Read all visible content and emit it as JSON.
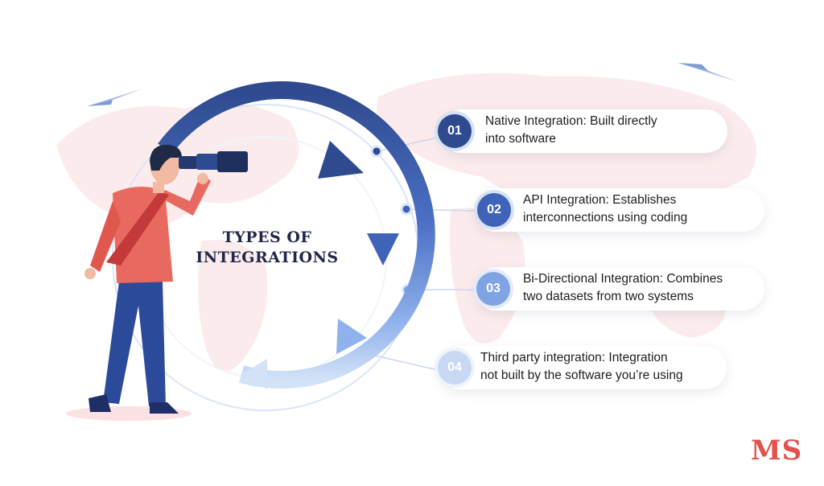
{
  "title": "TYPES OF\nINTEGRATIONS",
  "title_line1": "TYPES OF",
  "title_line2": "INTEGRATIONS",
  "items": [
    {
      "number": "01",
      "line1": "Native Integration: Built directly",
      "line2": "into software",
      "badge_color": "#2f4a8f"
    },
    {
      "number": "02",
      "line1": "API Integration: Establishes",
      "line2": "interconnections using coding",
      "badge_color": "#3f63b8"
    },
    {
      "number": "03",
      "line1": "Bi-Directional Integration: Combines",
      "line2": "two datasets from two systems",
      "badge_color": "#7fa3e3"
    },
    {
      "number": "04",
      "line1": "Third party integration: Integration",
      "line2": "not built by the software you’re using",
      "badge_color": "#c9d9f4"
    }
  ],
  "brand": "MS",
  "colors": {
    "title": "#222849",
    "brand": "#e4504b",
    "shirt": "#e8695f",
    "trousers": "#2c4a9a",
    "tie": "#c43a3a"
  },
  "icons": [
    "paper-plane-icon",
    "telescope-icon",
    "world-map-icon"
  ]
}
